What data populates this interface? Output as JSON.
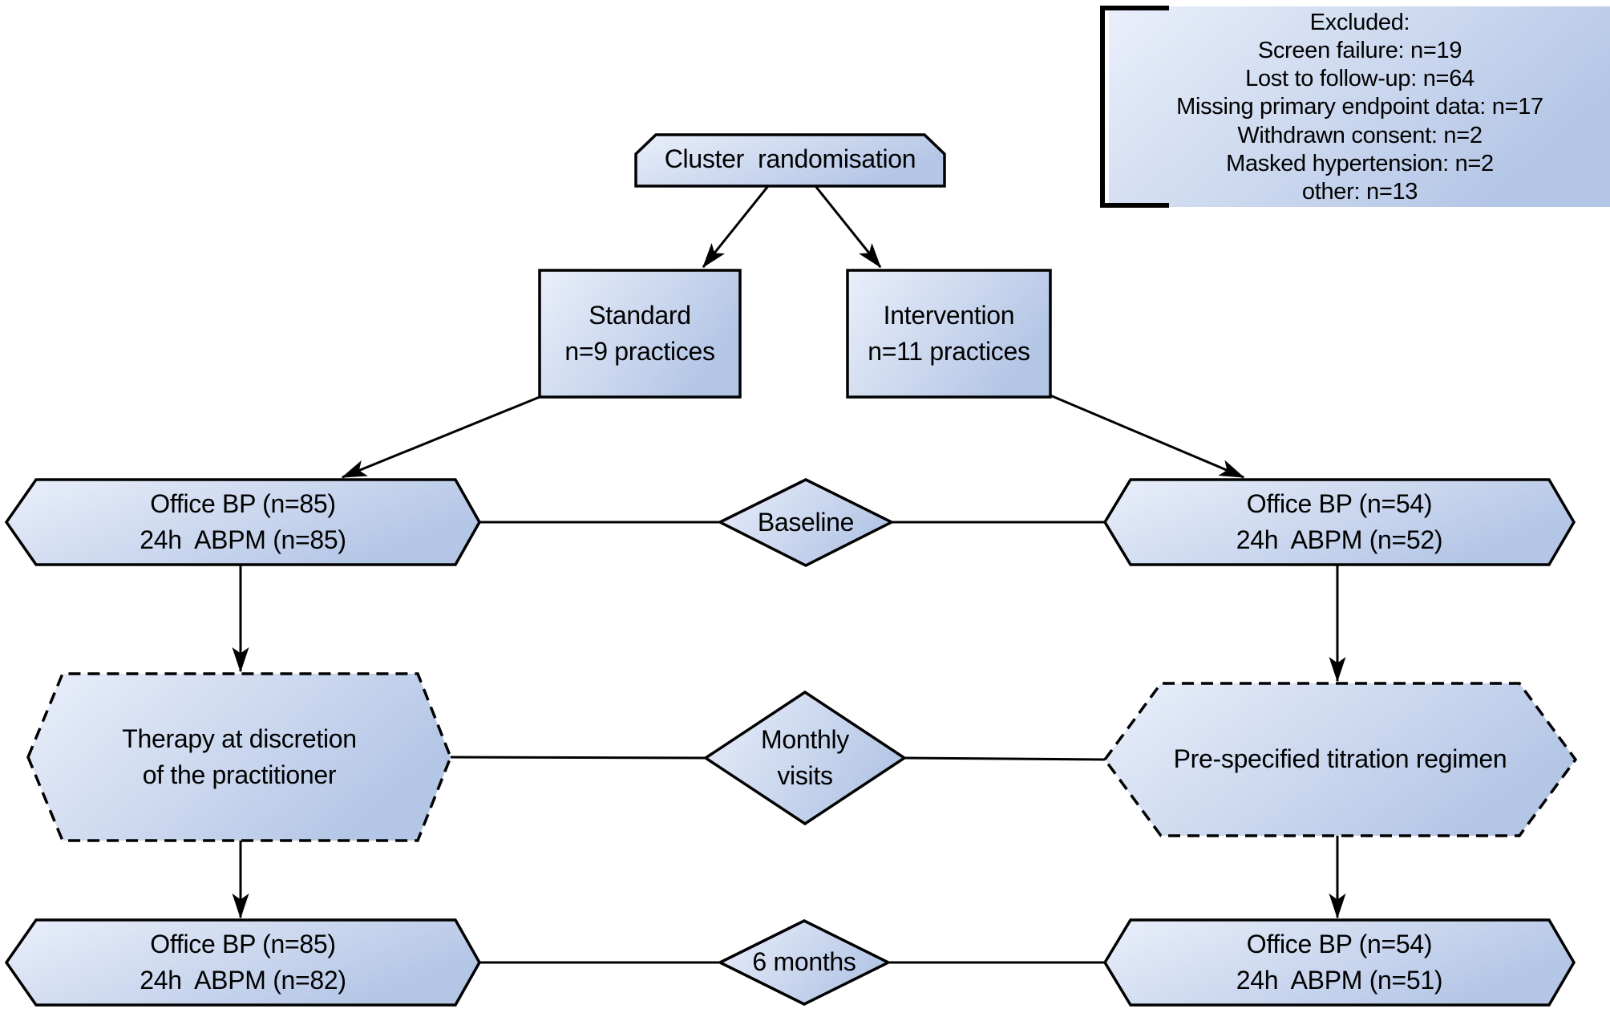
{
  "excluded": {
    "lines": [
      "Excluded:",
      "Screen failure: n=19",
      "Lost to follow-up: n=64",
      "Missing primary endpoint data: n=17",
      "Withdrawn consent: n=2",
      "Masked hypertension: n=2",
      "other: n=13"
    ]
  },
  "nodes": {
    "cluster": "Cluster  randomisation",
    "standard": "Standard\nn=9 practices",
    "intervention": "Intervention\nn=11 practices",
    "baseline_left": "Office BP (n=85)\n24h  ABPM (n=85)",
    "baseline_milestone": "Baseline",
    "baseline_right": "Office BP (n=54)\n24h  ABPM (n=52)",
    "therapy": "Therapy at discretion\nof the practitioner",
    "monthly_milestone": "Monthly\nvisits",
    "titration": "Pre-specified titration regimen",
    "followup_left": "Office BP (n=85)\n24h  ABPM (n=82)",
    "followup_milestone": "6 months",
    "followup_right": "Office BP (n=54)\n24h  ABPM (n=51)"
  },
  "colors": {
    "node_fill_light": "#eaeffa",
    "node_fill_dark": "#b4c6e6",
    "stroke": "#000000",
    "text": "#000000",
    "background": "#ffffff"
  }
}
